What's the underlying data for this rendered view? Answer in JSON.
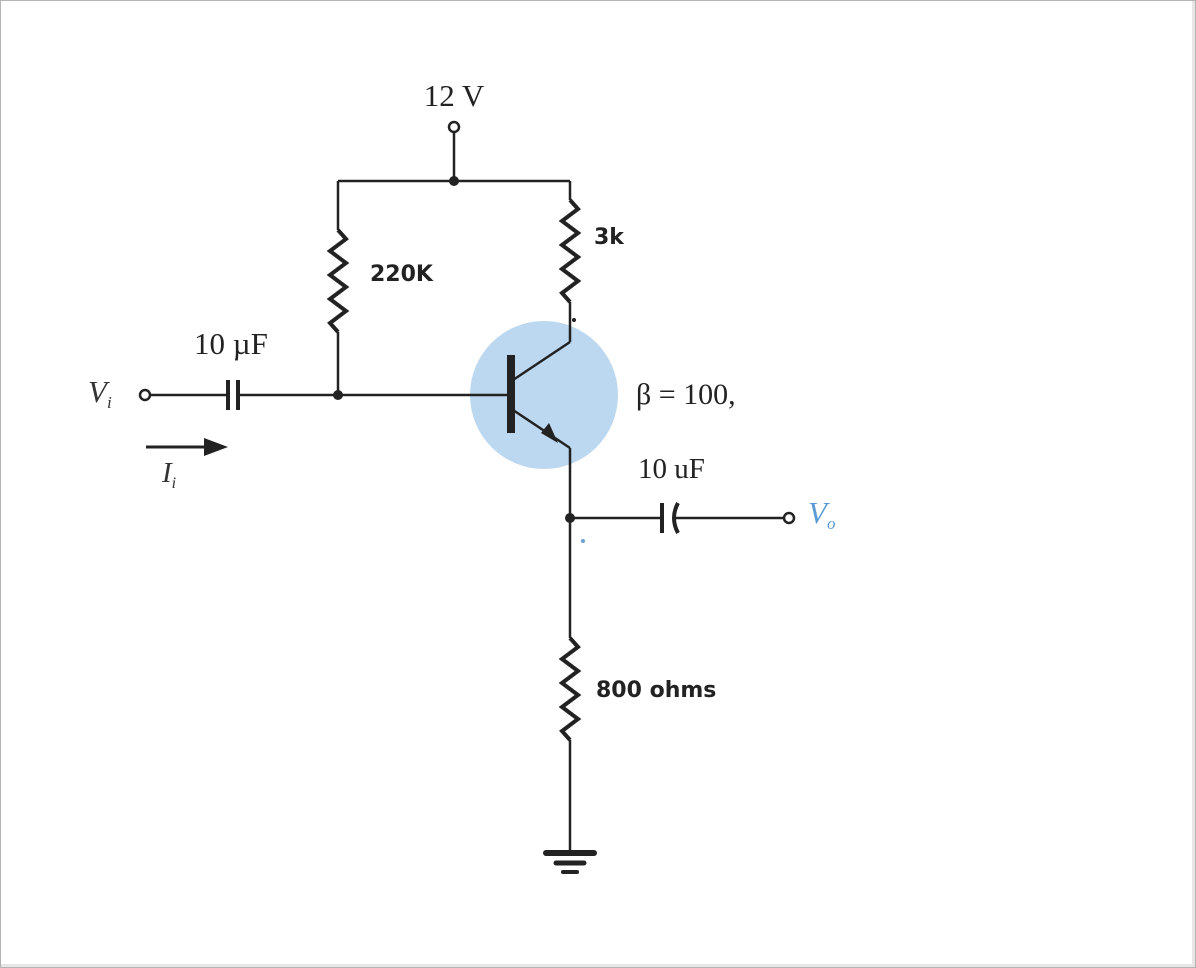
{
  "supply": {
    "label": "12 V"
  },
  "input_cap": {
    "label": "10 µF"
  },
  "output_cap": {
    "label": "10 uF"
  },
  "rb": {
    "label": "220K"
  },
  "rc": {
    "label": "3k"
  },
  "re": {
    "label": "800 ohms"
  },
  "transistor": {
    "beta_label": "β = 100,"
  },
  "vi": {
    "main": "V",
    "sub": "i"
  },
  "ii": {
    "main": "I",
    "sub": "i"
  },
  "vo": {
    "main": "V",
    "sub": "o"
  },
  "colors": {
    "wire": "#222222",
    "highlight": "#bcd7f0",
    "vo_label": "#5a9bd5"
  }
}
